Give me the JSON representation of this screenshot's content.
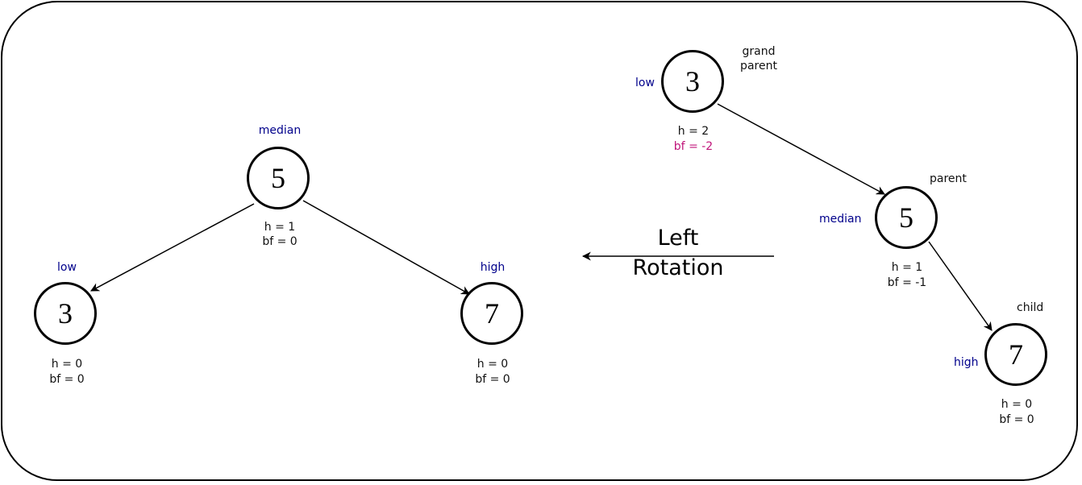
{
  "left_tree": {
    "root": {
      "value": "5",
      "role": "median",
      "h": "h = 1",
      "bf": "bf = 0"
    },
    "left": {
      "value": "3",
      "role": "low",
      "h": "h = 0",
      "bf": "bf = 0"
    },
    "right": {
      "value": "7",
      "role": "high",
      "h": "h = 0",
      "bf": "bf = 0"
    }
  },
  "rotation": {
    "line1": "Left",
    "line2": "Rotation"
  },
  "right_tree": {
    "grandparent": {
      "value": "3",
      "role": "low",
      "name_line1": "grand",
      "name_line2": "parent",
      "h": "h = 2",
      "bf": "bf = -2"
    },
    "parent": {
      "value": "5",
      "role": "median",
      "name": "parent",
      "h": "h = 1",
      "bf": "bf = -1"
    },
    "child": {
      "value": "7",
      "role": "high",
      "name": "child",
      "h": "h = 0",
      "bf": "bf = 0"
    }
  },
  "colors": {
    "role_label": "#00008b",
    "imbalance": "#c0157a",
    "stroke": "#000000"
  }
}
